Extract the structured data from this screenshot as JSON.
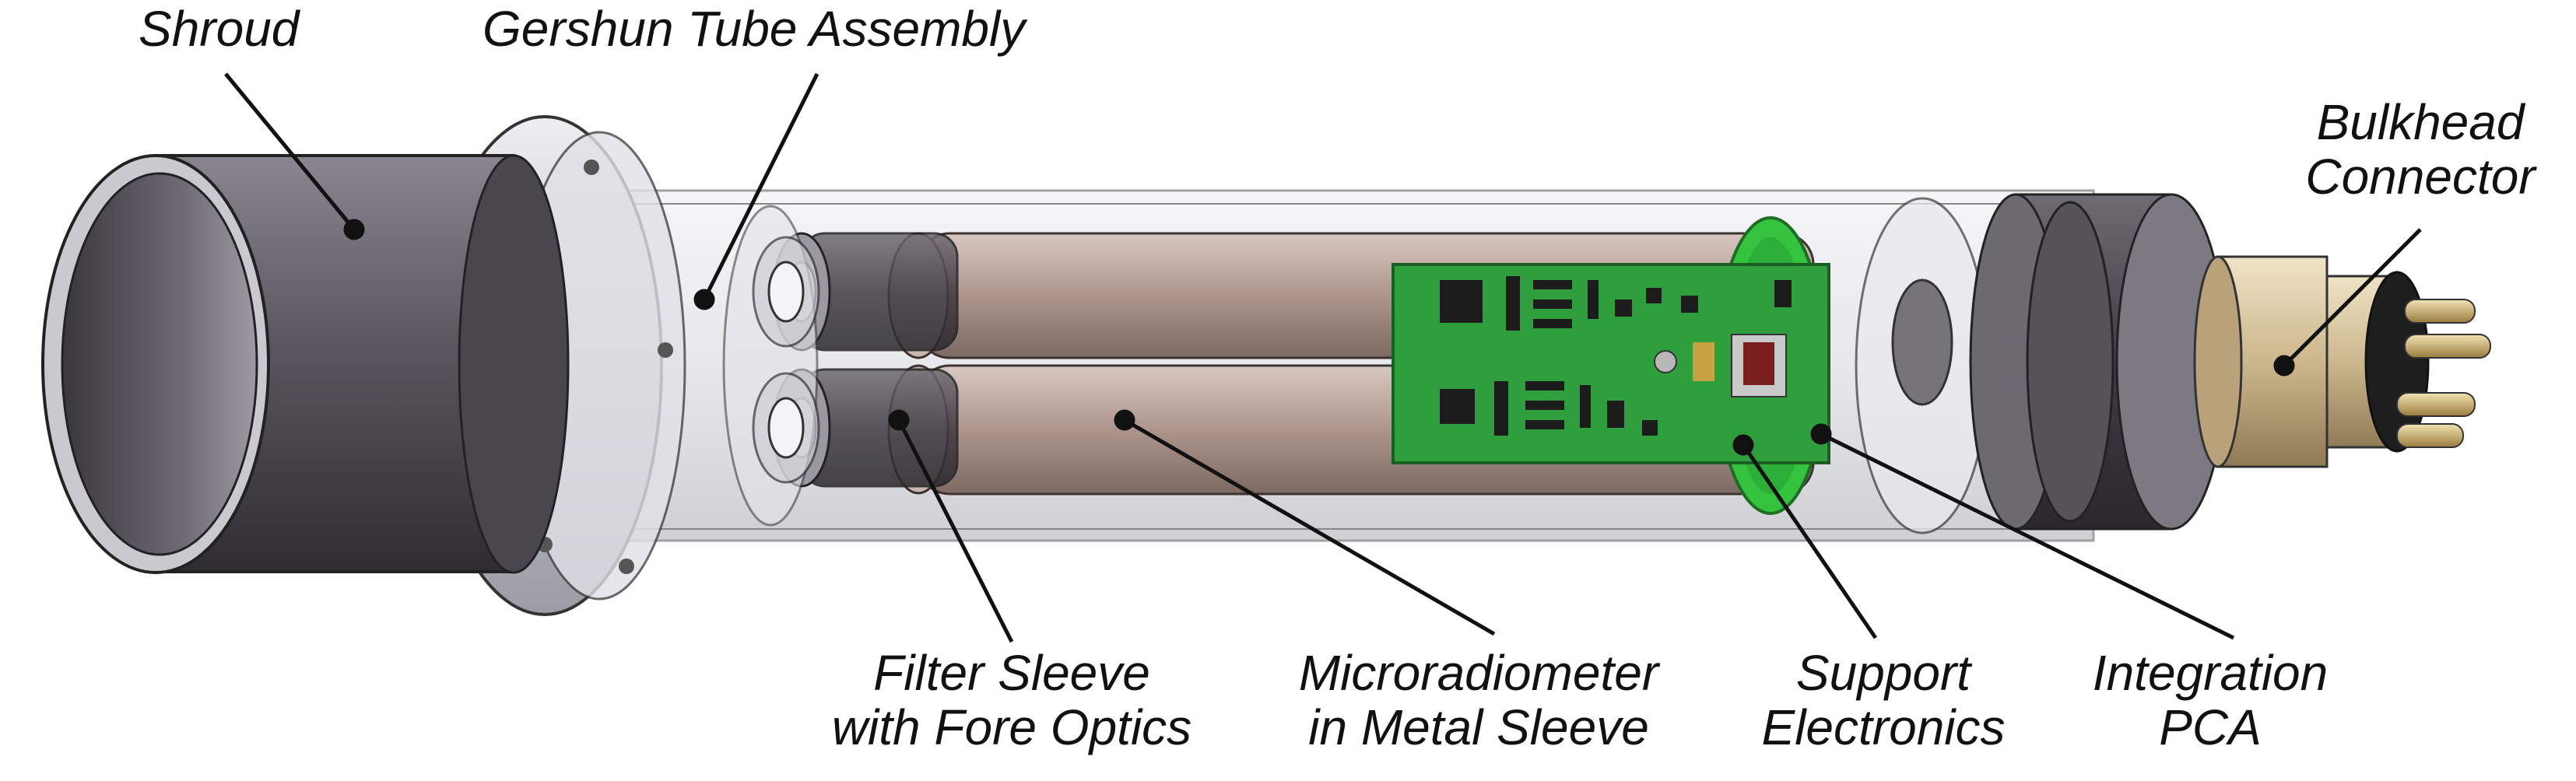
{
  "labels": {
    "shroud": "Shroud",
    "gershun": "Gershun Tube Assembly",
    "bulkhead": {
      "line1": "Bulkhead",
      "line2": "Connector"
    },
    "filter": {
      "line1": "Filter Sleeve",
      "line2": "with Fore Optics"
    },
    "micro": {
      "line1": "Microradiometer",
      "line2": "in Metal Sleeve"
    },
    "support": {
      "line1": "Support",
      "line2": "Electronics"
    },
    "integration": {
      "line1": "Integration",
      "line2": "PCA"
    }
  },
  "colors": {
    "shroud": "#5e5a63",
    "flange": "#cfcfd6",
    "housing": "#d7d8de",
    "sleeve": "#b39a92",
    "pcb": "#2e9e3c",
    "pcb_ring": "#35c23f",
    "connector": "#cdb78d",
    "pins": "#c8a867"
  }
}
